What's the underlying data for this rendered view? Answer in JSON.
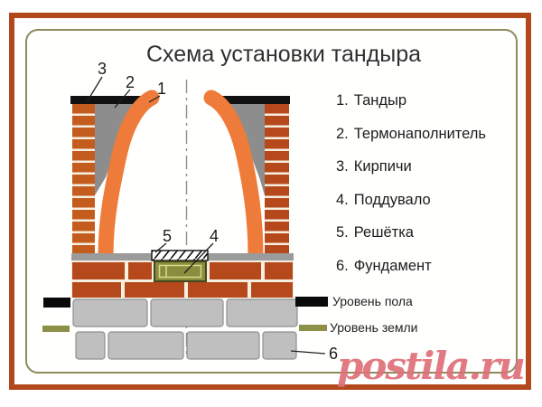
{
  "title": "Схема установки тандыра",
  "legend": {
    "items": [
      {
        "num": "1.",
        "label": "Тандыр"
      },
      {
        "num": "2.",
        "label": "Термонаполнитель"
      },
      {
        "num": "3.",
        "label": "Кирпичи"
      },
      {
        "num": "4.",
        "label": "Поддувало"
      },
      {
        "num": "5.",
        "label": "Решётка"
      },
      {
        "num": "6.",
        "label": "Фундамент"
      }
    ]
  },
  "diagram": {
    "callout_1": "1",
    "callout_2": "2",
    "callout_3": "3",
    "callout_4": "4",
    "callout_5": "5",
    "callout_6": "6",
    "floor_level_label": "Уровень пола",
    "ground_level_label": "Уровень земли"
  },
  "watermark": "postila.ru",
  "colors": {
    "frame": "#b2491d",
    "panel_border": "#8b8b5c",
    "brick": "#b5491c",
    "brick_light": "#c45c1e",
    "tandyr_wall": "#ee7b39",
    "thermal_filler": "#8d8d8d",
    "foundation_block": "#bfbfbf",
    "door": "#8a8c3e",
    "floor_bar": "#0a0a0a",
    "ground_bar": "#8f9048",
    "watermark": "#df707a"
  }
}
